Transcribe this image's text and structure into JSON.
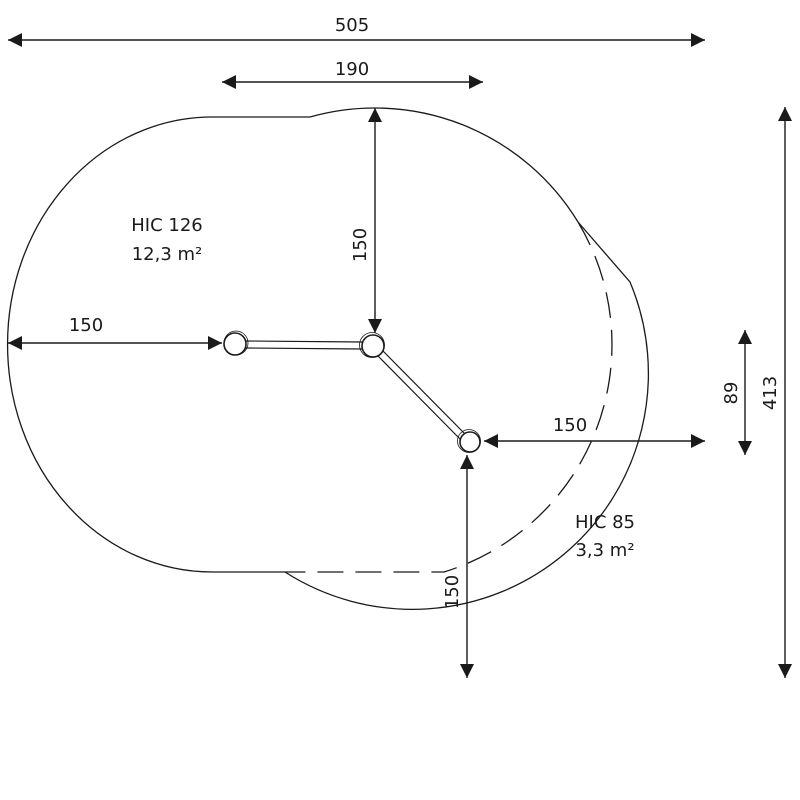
{
  "colors": {
    "line": "#1a1a1a",
    "background": "#ffffff"
  },
  "dimensions": {
    "total_width": "505",
    "frame_width": "190",
    "radius_top": "150",
    "radius_left": "150",
    "radius_right": "150",
    "radius_bottom": "150",
    "offset": "89",
    "total_depth": "413"
  },
  "zones": {
    "main": {
      "hic": "HIC 126",
      "area": "12,3 m²"
    },
    "secondary": {
      "hic": "HIC 85",
      "area": "3,3 m²"
    }
  }
}
